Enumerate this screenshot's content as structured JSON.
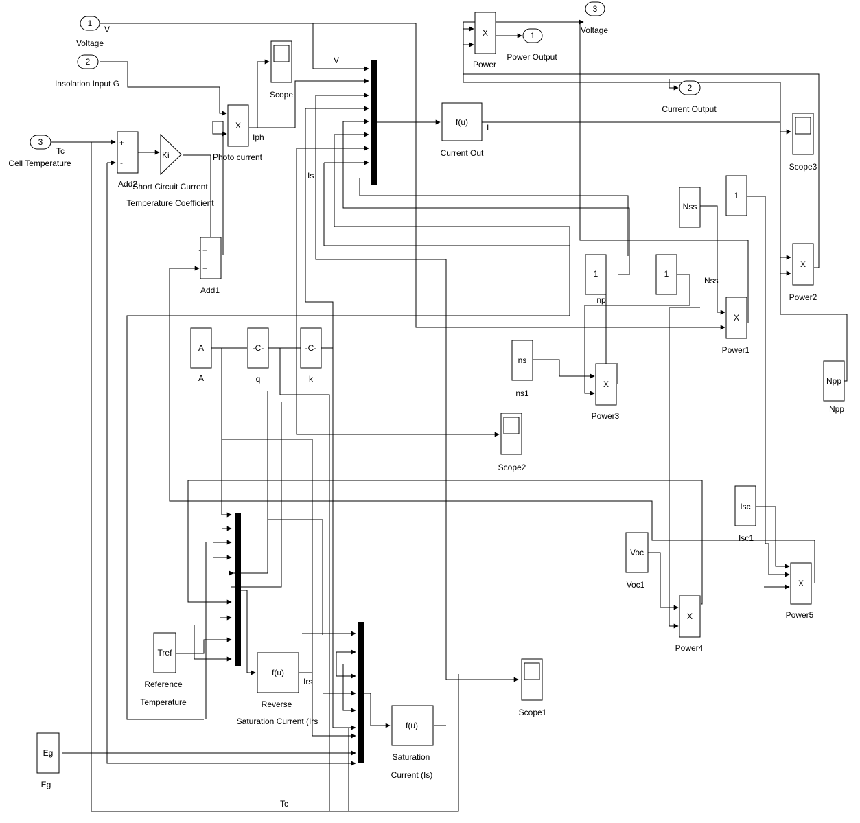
{
  "inports": {
    "voltage": {
      "num": "1",
      "label": "Voltage",
      "signal": "V"
    },
    "insolation": {
      "num": "2",
      "label": "Insolation Input G"
    },
    "temperature": {
      "num": "3",
      "label": "Cell Temperature",
      "signal": "Tc"
    }
  },
  "outports": {
    "power_output": {
      "num": "1",
      "label": "Power Output"
    },
    "current_output": {
      "num": "2",
      "label": "Current Output"
    },
    "voltage_out": {
      "num": "3",
      "label": "Voltage"
    }
  },
  "blocks": {
    "add2": {
      "label": "Add2",
      "plus": "+",
      "minus": "-"
    },
    "ki": {
      "text": "Ki",
      "label1": "Short Circuit Current",
      "label2": "Temperature Coefficient"
    },
    "add1": {
      "label": "Add1",
      "plus": "+"
    },
    "photo": {
      "text": "X",
      "label": "Photo current",
      "signal": "Iph"
    },
    "scope": {
      "label": "Scope"
    },
    "current_out": {
      "text": "f(u)",
      "label": "Current Out",
      "signal": "I"
    },
    "power": {
      "text": "X",
      "label": "Power"
    },
    "scope3": {
      "label": "Scope3"
    },
    "nss": {
      "text": "Nss",
      "signal": "Nss"
    },
    "one_a": {
      "text": "1"
    },
    "np": {
      "text": "1",
      "label": "np"
    },
    "one_b": {
      "text": "1"
    },
    "power2": {
      "text": "X",
      "label": "Power2"
    },
    "power1": {
      "text": "X",
      "label": "Power1"
    },
    "ns": {
      "text": "ns",
      "label": "ns1"
    },
    "power3": {
      "text": "X",
      "label": "Power3"
    },
    "npp": {
      "text": "Npp",
      "label": "Npp"
    },
    "a": {
      "text": "A",
      "label": "A"
    },
    "q": {
      "text": "-C-",
      "label": "q"
    },
    "k": {
      "text": "-C-",
      "label": "k"
    },
    "scope2": {
      "label": "Scope2"
    },
    "isc": {
      "text": "Isc",
      "label": "Isc1"
    },
    "voc": {
      "text": "Voc",
      "label": "Voc1"
    },
    "power4": {
      "text": "X",
      "label": "Power4"
    },
    "power5": {
      "text": "X",
      "label": "Power5"
    },
    "tref": {
      "text": "Tref",
      "label1": "Reference",
      "label2": "Temperature"
    },
    "reverse": {
      "text": "f(u)",
      "label1": "Reverse",
      "label2": "Saturation Current (Irs",
      "signal": "Irs"
    },
    "saturation": {
      "text": "f(u)",
      "label1": "Saturation",
      "label2": "Current (Is)"
    },
    "scope1": {
      "label": "Scope1"
    },
    "eg": {
      "text": "Eg",
      "label": "Eg"
    }
  },
  "signals": {
    "is": "Is",
    "tc_bottom": "Tc",
    "v_top": "V"
  }
}
